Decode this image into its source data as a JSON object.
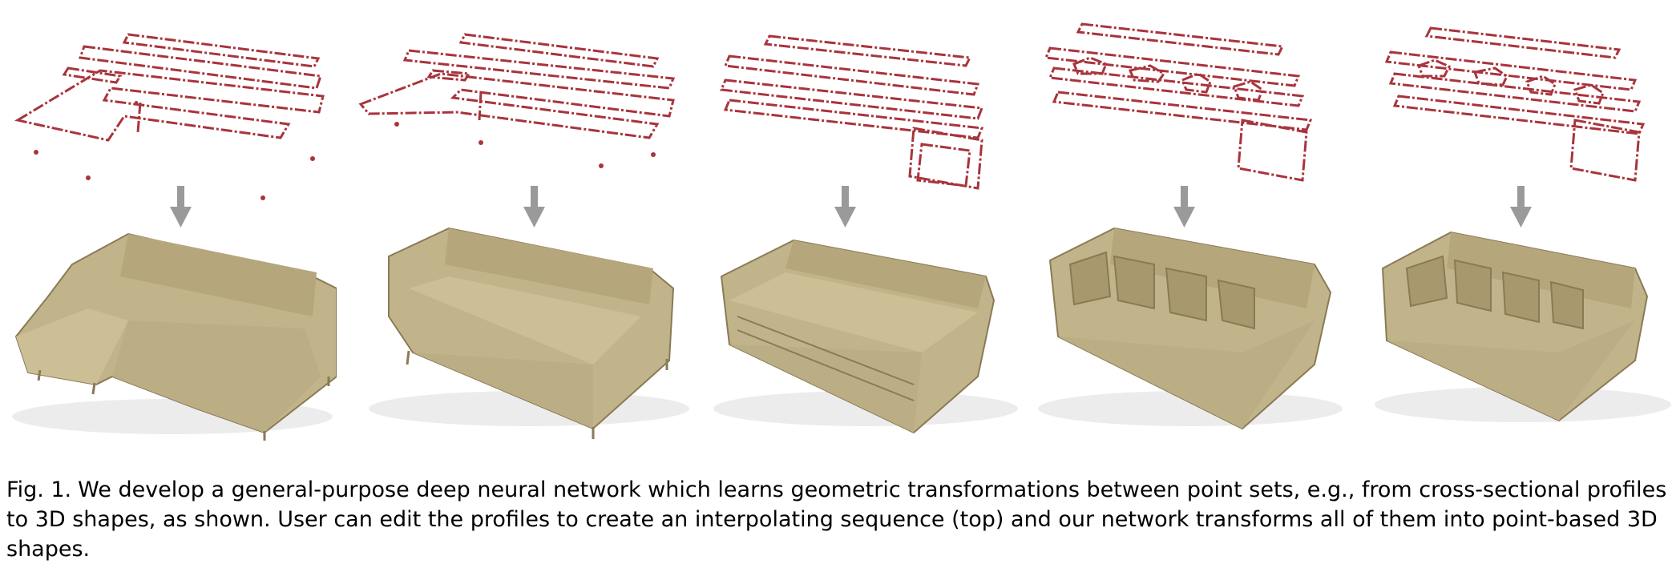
{
  "figure": {
    "stages": [
      {
        "profile": "l-shaped-sofa-profiles",
        "shape": "l-shaped-sofa-points"
      },
      {
        "profile": "long-sofa-profiles",
        "shape": "long-sofa-points"
      },
      {
        "profile": "layered-sofa-profiles",
        "shape": "layered-sofa-points"
      },
      {
        "profile": "cushioned-sofa-profiles",
        "shape": "cushioned-sofa-points"
      },
      {
        "profile": "compact-cushioned-sofa-profiles",
        "shape": "compact-cushioned-sofa-points"
      }
    ],
    "arrow_icon": "down-arrow-icon",
    "colors": {
      "profile": "#a8343c",
      "points": "#c2b48a",
      "points_shadow": "#8a7a55",
      "arrow": "#9a9a9a",
      "floor_shadow": "#e6e6e6"
    }
  },
  "caption": {
    "label": "Fig. 1.",
    "text": "We develop a general-purpose deep neural network which learns geometric transformations between point sets, e.g., from cross-sectional profiles to 3D shapes, as shown. User can edit the profiles to create an interpolating sequence (top) and our network transforms all of them into point-based 3D shapes."
  }
}
